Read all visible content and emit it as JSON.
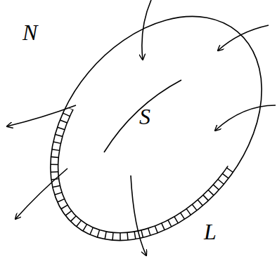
{
  "diagram": {
    "nodes": [
      {
        "text": [
          "S"
        ]
      }
    ],
    "labels": [
      "N",
      "L"
    ]
  }
}
